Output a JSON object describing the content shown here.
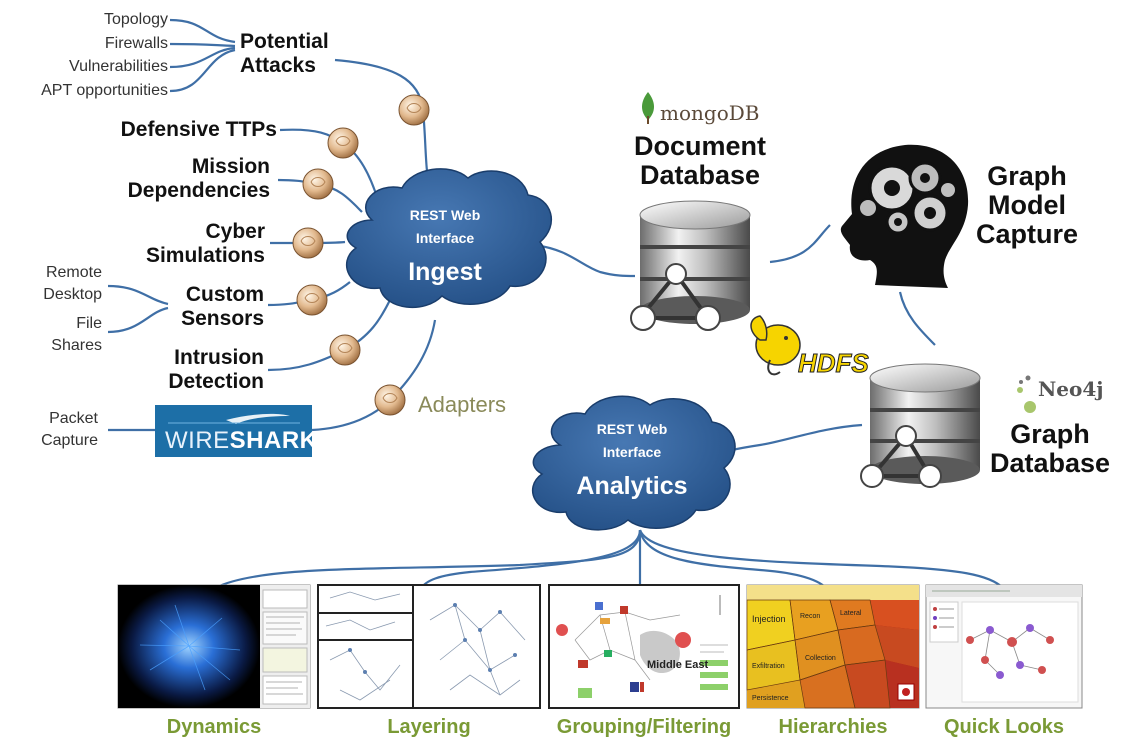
{
  "left_attack_inputs": [
    "Topology",
    "Firewalls",
    "Vulnerabilities",
    "APT opportunities"
  ],
  "potential_attacks": [
    "Potential",
    "Attacks"
  ],
  "sources": {
    "defensive": [
      "Defensive TTPs"
    ],
    "mission": [
      "Mission",
      "Dependencies"
    ],
    "cyber": [
      "Cyber",
      "Simulations"
    ],
    "custom": [
      "Custom",
      "Sensors"
    ],
    "intrusion": [
      "Intrusion",
      "Detection"
    ]
  },
  "remote_desktop": [
    "Remote",
    "Desktop"
  ],
  "file_shares": [
    "File",
    "Shares"
  ],
  "packet_capture": [
    "Packet",
    "Capture"
  ],
  "wireshark": {
    "part1": "WIRE",
    "part2": "SHARK"
  },
  "adapters_label": "Adapters",
  "ingest_cloud": {
    "line1": "REST Web",
    "line2": "Interface",
    "title": "Ingest"
  },
  "analytics_cloud": {
    "line1": "REST Web",
    "line2": "Interface",
    "title": "Analytics"
  },
  "mongodb_logo": "mongoDB",
  "document_db": [
    "Document",
    "Database"
  ],
  "graph_model": [
    "Graph",
    "Model",
    "Capture"
  ],
  "hdfs_logo": "HDFS",
  "neo4j_logo": "Neo4j",
  "graph_db": [
    "Graph",
    "Database"
  ],
  "panels": [
    {
      "caption": "Dynamics"
    },
    {
      "caption": "Layering"
    },
    {
      "caption": "Grouping/Filtering",
      "map_label": "Middle East"
    },
    {
      "caption": "Hierarchies",
      "cells": [
        "Injection",
        "Recon",
        "Lateral",
        "Exfiltration",
        "Persistence",
        "Collection"
      ]
    },
    {
      "caption": "Quick Looks"
    }
  ],
  "colors": {
    "cloud": "#2d5c94",
    "caption": "#7a9a35",
    "adapters": "#8a8a5a",
    "wireshark_bg": "#1d6fa7",
    "line": "#3f6fa6"
  }
}
